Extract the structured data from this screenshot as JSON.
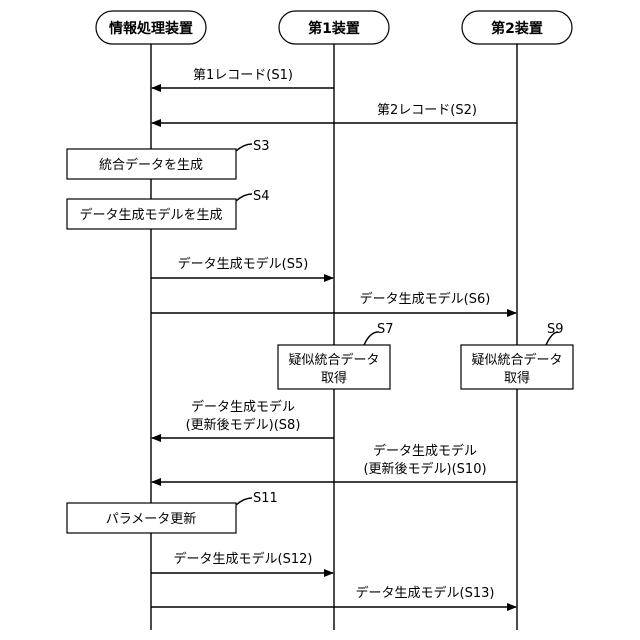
{
  "participants": [
    {
      "label": "情報処理装置"
    },
    {
      "label": "第1装置"
    },
    {
      "label": "第2装置"
    }
  ],
  "messages": [
    {
      "line1": "第1レコード(S1)"
    },
    {
      "line1": "第2レコード(S2)"
    },
    {
      "line1": "データ生成モデル(S5)"
    },
    {
      "line1": "データ生成モデル(S6)"
    },
    {
      "line1": "データ生成モデル",
      "line2": "(更新後モデル)(S8)"
    },
    {
      "line1": "データ生成モデル",
      "line2": "(更新後モデル)(S10)"
    },
    {
      "line1": "データ生成モデル(S12)"
    },
    {
      "line1": "データ生成モデル(S13)"
    }
  ],
  "processes": [
    {
      "text": "統合データを生成",
      "step": "S3"
    },
    {
      "text": "データ生成モデルを生成",
      "step": "S4"
    },
    {
      "text": "疑似統合データ",
      "text2": "取得",
      "step": "S7"
    },
    {
      "text": "疑似統合データ",
      "text2": "取得",
      "step": "S9"
    },
    {
      "text": "パラメータ更新",
      "step": "S11"
    }
  ]
}
